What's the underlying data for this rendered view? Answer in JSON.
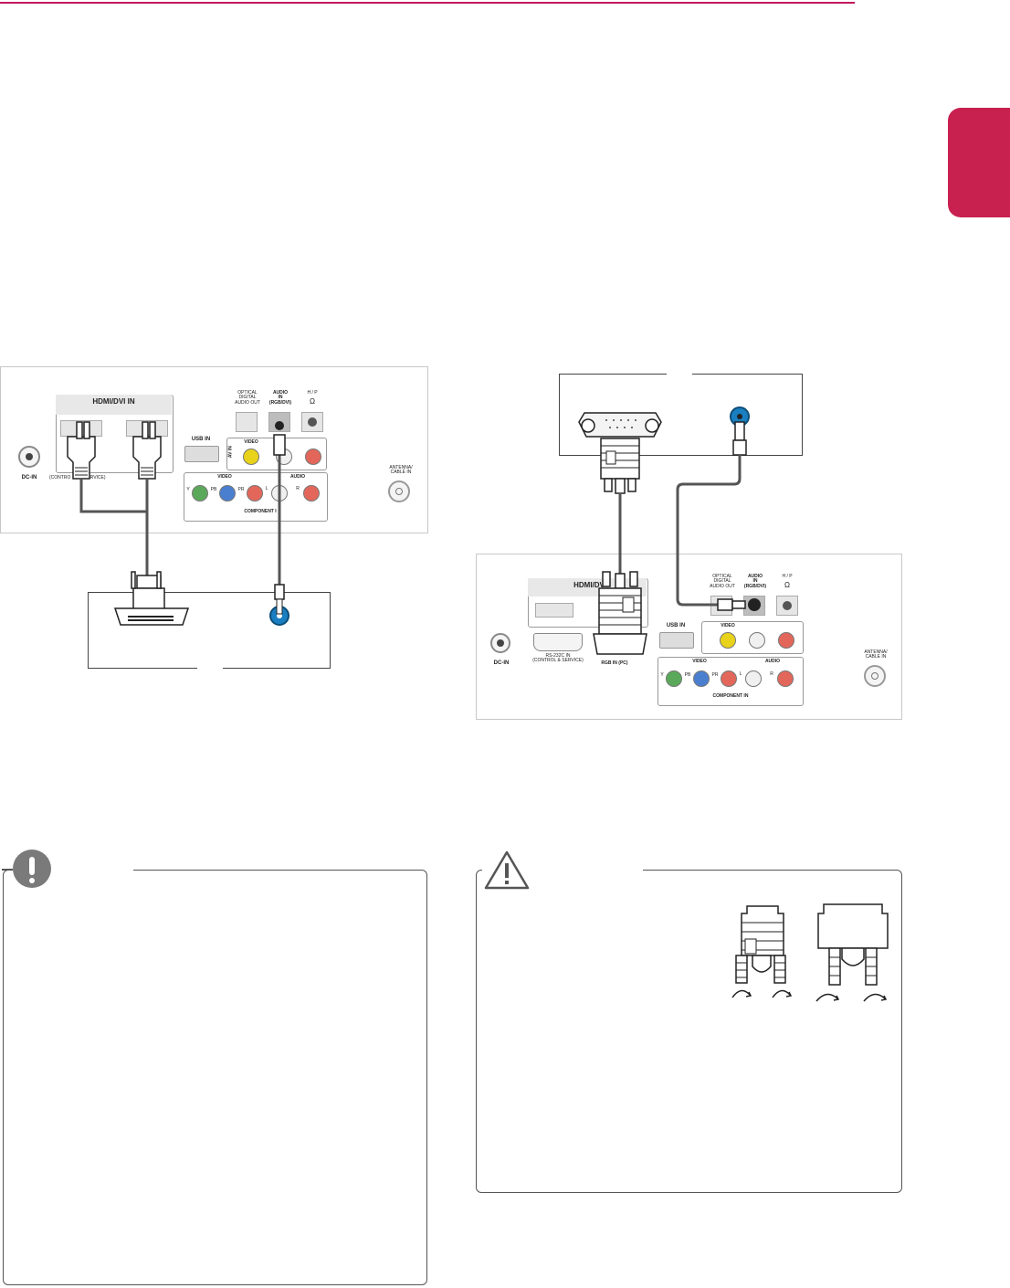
{
  "colors": {
    "accent": "#c8204f",
    "jack_yellow": "#e8d21a",
    "jack_white": "#f0f0f0",
    "jack_red": "#e2675a",
    "jack_green": "#5aa95a",
    "jack_blue": "#4a7fd0",
    "pc_audio_blue": "#1a7fc1"
  },
  "left_panel": {
    "hdmi_title": "HDMI/DVI IN",
    "dc_in": "DC-IN",
    "control_label": "(CONTRO",
    "control_label2": "SERVICE)",
    "optical": "OPTICAL\nDIGITAL\nAUDIO OUT",
    "audio_in": "AUDIO\nIN\n(RGB/DVI)",
    "hp": "H / P",
    "usb_in": "USB IN",
    "av_in": "AV IN",
    "video": "VIDEO",
    "comp_video": "VIDEO",
    "comp_audio": "AUDIO",
    "component_in": "COMPONENT I",
    "antenna": "ANTENNA/\nCABLE IN",
    "y": "Y",
    "pb": "PB",
    "pr": "PR",
    "l": "L",
    "r": "R"
  },
  "right_panel": {
    "hdmi_title": "HDMI/DV",
    "dc_in": "DC-IN",
    "rs232": "RS-232C IN\n(CONTROL & SERVICE)",
    "rgb_in": "RGB IN (PC)",
    "optical": "OPTICAL\nDIGITAL\nAUDIO OUT",
    "audio_in": "AUDIO\nIN\n(RGB/DVI)",
    "hp": "H / P",
    "usb_in": "USB IN",
    "video": "VIDEO",
    "comp_video": "VIDEO",
    "comp_audio": "AUDIO",
    "component_in": "COMPONENT IN",
    "antenna": "ANTENNA/\nCABLE IN",
    "y": "Y",
    "pb": "PB",
    "pr": "PR",
    "l": "L",
    "r": "R"
  },
  "icons": {
    "note": "exclamation-icon",
    "caution": "warning-triangle-icon"
  }
}
